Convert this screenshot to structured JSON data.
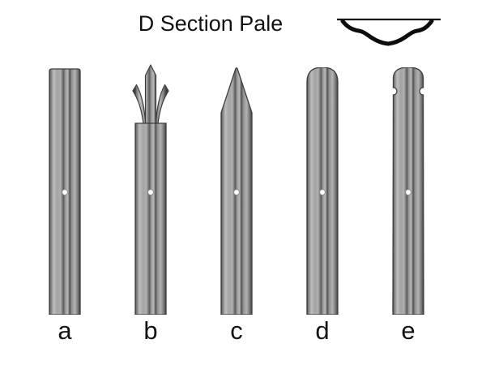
{
  "title": "D Section Pale",
  "section_icon": {
    "name": "d-section-profile-icon",
    "description": "end-view cross section of D pale: thin straight line over thick wavy D-groove curve"
  },
  "colors": {
    "background": "#ffffff",
    "outline": "#3e3e3e",
    "icon_stroke": "#0d0d0d",
    "text": "#141414",
    "pale_highlight": "#bdbdbd",
    "pale_shadow": "#3e3e3e",
    "hole_fill": "#ffffff"
  },
  "pales": [
    {
      "id": "a",
      "label": "a",
      "top_style": "flat"
    },
    {
      "id": "b",
      "label": "b",
      "top_style": "triple-spike"
    },
    {
      "id": "c",
      "label": "c",
      "top_style": "pointed"
    },
    {
      "id": "d",
      "label": "d",
      "top_style": "round"
    },
    {
      "id": "e",
      "label": "e",
      "top_style": "round-notched"
    }
  ]
}
